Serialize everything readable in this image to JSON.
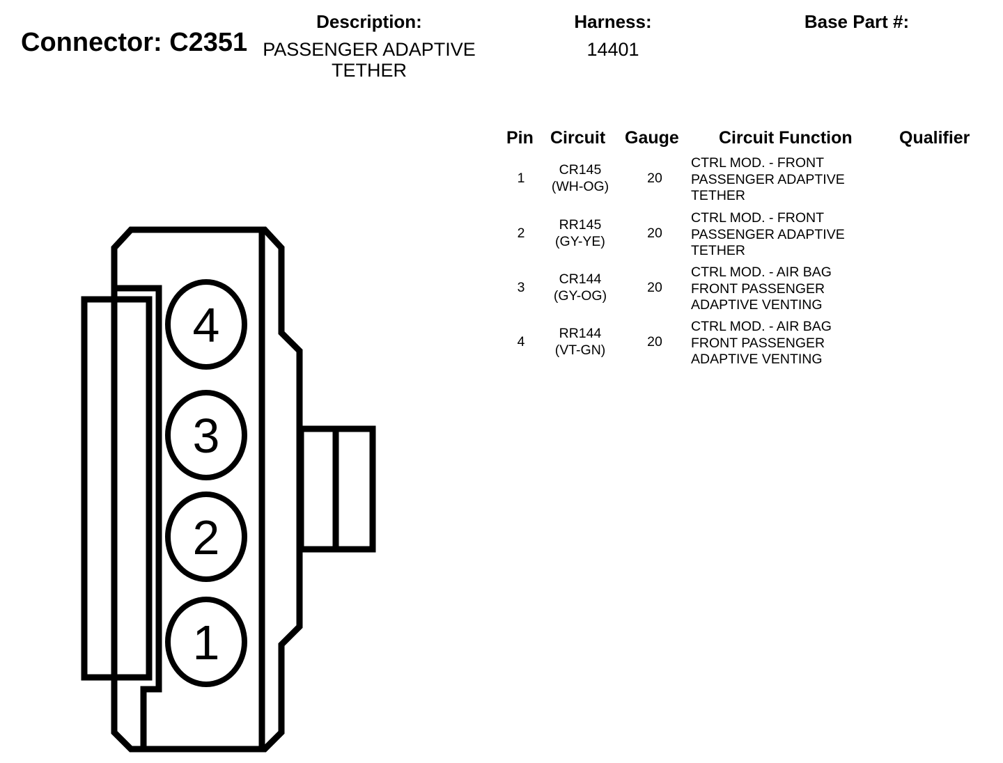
{
  "connector": {
    "title": "Connector: C2351"
  },
  "description": {
    "label": "Description:",
    "line1": "PASSENGER ADAPTIVE",
    "line2": "TETHER"
  },
  "harness": {
    "label": "Harness:",
    "value": "14401"
  },
  "base_part": {
    "label": "Base Part #:",
    "value": ""
  },
  "table": {
    "headers": {
      "pin": "Pin",
      "circuit": "Circuit",
      "gauge": "Gauge",
      "function": "Circuit Function",
      "qualifier": "Qualifier"
    },
    "rows": [
      {
        "pin": "1",
        "circuit": "CR145",
        "color": "(WH-OG)",
        "gauge": "20",
        "function": [
          "CTRL MOD. - FRONT",
          "PASSENGER ADAPTIVE",
          "TETHER"
        ],
        "qualifier": ""
      },
      {
        "pin": "2",
        "circuit": "RR145",
        "color": "(GY-YE)",
        "gauge": "20",
        "function": [
          "CTRL MOD. - FRONT",
          "PASSENGER ADAPTIVE",
          "TETHER"
        ],
        "qualifier": ""
      },
      {
        "pin": "3",
        "circuit": "CR144",
        "color": "(GY-OG)",
        "gauge": "20",
        "function": [
          "CTRL MOD. - AIR BAG",
          "FRONT PASSENGER",
          "ADAPTIVE VENTING"
        ],
        "qualifier": ""
      },
      {
        "pin": "4",
        "circuit": "RR144",
        "color": "(VT-GN)",
        "gauge": "20",
        "function": [
          "CTRL MOD. - AIR BAG",
          "FRONT PASSENGER",
          "ADAPTIVE VENTING"
        ],
        "qualifier": ""
      }
    ]
  },
  "diagram": {
    "pin_labels": [
      "4",
      "3",
      "2",
      "1"
    ],
    "stroke_color": "#000000",
    "fill_color": "#ffffff"
  }
}
